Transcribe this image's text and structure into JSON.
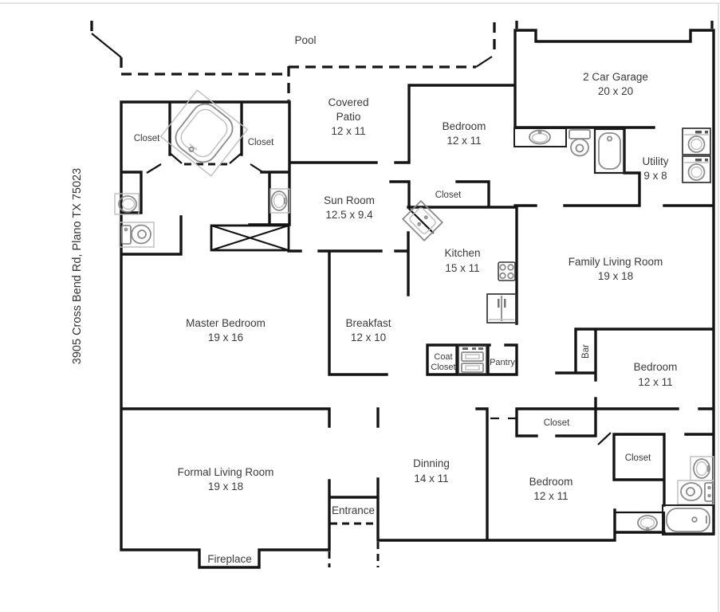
{
  "address": "3905 Cross Bend Rd, Plano TX 75023",
  "outdoor": {
    "pool": "Pool",
    "covered_patio": {
      "name_line1": "Covered",
      "name_line2": "Patio",
      "dims": "12 x 11"
    }
  },
  "rooms": {
    "sun_room": {
      "name": "Sun Room",
      "dims": "12.5 x 9.4"
    },
    "bedroom_top": {
      "name": "Bedroom",
      "dims": "12 x 11"
    },
    "garage": {
      "name": "2 Car Garage",
      "dims": "20 x 20"
    },
    "utility": {
      "name": "Utility",
      "dims": "9 x 8"
    },
    "kitchen": {
      "name": "Kitchen",
      "dims": "15 x 11"
    },
    "family_living": {
      "name": "Family Living Room",
      "dims": "19 x 18"
    },
    "master_bedroom": {
      "name": "Master Bedroom",
      "dims": "19 x 16"
    },
    "breakfast": {
      "name": "Breakfast",
      "dims": "12 x 10"
    },
    "bedroom_right": {
      "name": "Bedroom",
      "dims": "12 x 11"
    },
    "formal_living": {
      "name": "Formal Living Room",
      "dims": "19 x 18"
    },
    "dining": {
      "name": "Dinning",
      "dims": "14 x 11"
    },
    "bedroom_bottom": {
      "name": "Bedroom",
      "dims": "12 x 11"
    }
  },
  "features": {
    "closet": "Closet",
    "coat_closet_line1": "Coat",
    "coat_closet_line2": "Closet",
    "pantry": "Pantry",
    "bar": "Bar",
    "entrance": "Entrance",
    "fireplace": "Fireplace"
  },
  "icons": [
    "bathtub",
    "sink",
    "toilet",
    "shower",
    "washer",
    "dryer",
    "stove",
    "refrigerator",
    "double-oven",
    "corner-sink",
    "crossed-box"
  ],
  "colors": {
    "wall": "#141414",
    "fixture": "#8b8b8b",
    "text": "#3a3a3a",
    "background": "#ffffff",
    "frame": "#e3e3e3"
  }
}
